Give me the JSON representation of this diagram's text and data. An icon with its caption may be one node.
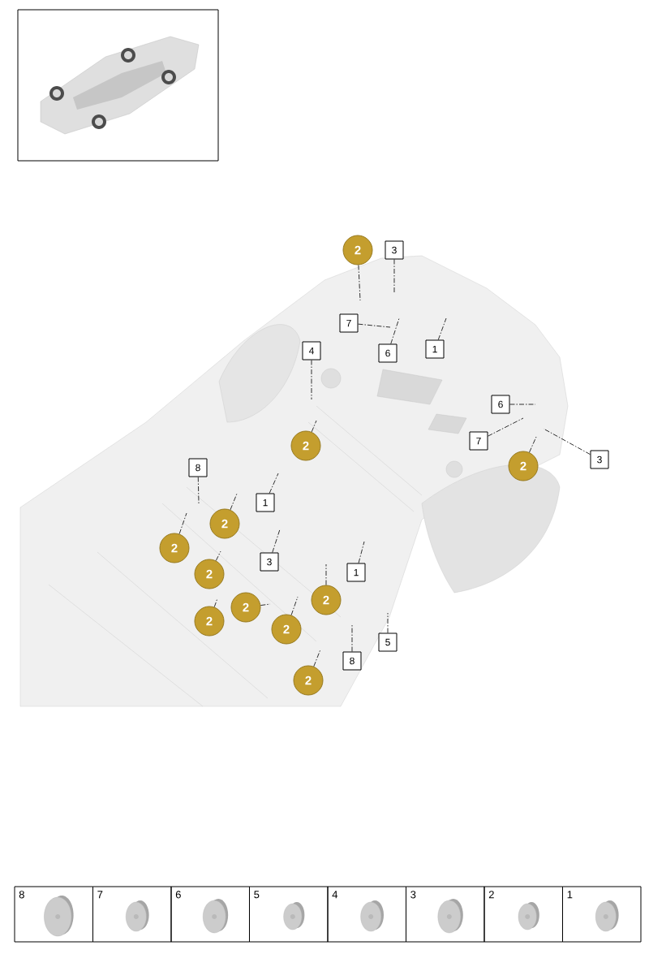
{
  "diagram": {
    "nodes": [
      {
        "text": [
          "2"
        ]
      },
      {
        "text": [
          "3"
        ]
      },
      {
        "text": [
          "7"
        ]
      },
      {
        "text": [
          "6"
        ]
      },
      {
        "text": [
          "1"
        ]
      },
      {
        "text": [
          "4"
        ]
      },
      {
        "text": [
          "2"
        ]
      },
      {
        "text": [
          "6"
        ]
      },
      {
        "text": [
          "7"
        ]
      },
      {
        "text": [
          "3"
        ]
      },
      {
        "text": [
          "2"
        ]
      },
      {
        "text": [
          "8"
        ]
      },
      {
        "text": [
          "1"
        ]
      },
      {
        "text": [
          "2"
        ]
      },
      {
        "text": [
          "2"
        ]
      },
      {
        "text": [
          "2"
        ]
      },
      {
        "text": [
          "3"
        ]
      },
      {
        "text": [
          "1"
        ]
      },
      {
        "text": [
          "2"
        ]
      },
      {
        "text": [
          "2"
        ]
      },
      {
        "text": [
          "2"
        ]
      },
      {
        "text": [
          "2"
        ]
      },
      {
        "text": [
          "8"
        ]
      },
      {
        "text": [
          "5"
        ]
      },
      {
        "text": [
          "2"
        ]
      }
    ],
    "edges": [
      {
        "from": 0,
        "to": null,
        "arrow": "none"
      },
      {
        "from": 1,
        "to": null,
        "arrow": "none"
      },
      {
        "from": 2,
        "to": null,
        "arrow": "none"
      },
      {
        "from": 3,
        "to": null,
        "arrow": "none"
      },
      {
        "from": 4,
        "to": null,
        "arrow": "none"
      },
      {
        "from": 5,
        "to": null,
        "arrow": "none"
      },
      {
        "from": 6,
        "to": null,
        "arrow": "none"
      },
      {
        "from": 7,
        "to": null,
        "arrow": "none"
      },
      {
        "from": 8,
        "to": null,
        "arrow": "none"
      },
      {
        "from": 9,
        "to": null,
        "arrow": "none"
      },
      {
        "from": 10,
        "to": null,
        "arrow": "none"
      },
      {
        "from": 11,
        "to": null,
        "arrow": "none"
      },
      {
        "from": 12,
        "to": null,
        "arrow": "none"
      },
      {
        "from": 13,
        "to": null,
        "arrow": "none"
      },
      {
        "from": 14,
        "to": null,
        "arrow": "none"
      },
      {
        "from": 15,
        "to": null,
        "arrow": "none"
      },
      {
        "from": 16,
        "to": null,
        "arrow": "none"
      },
      {
        "from": 17,
        "to": null,
        "arrow": "none"
      },
      {
        "from": 18,
        "to": null,
        "arrow": "none"
      },
      {
        "from": 19,
        "to": null,
        "arrow": "none"
      },
      {
        "from": 20,
        "to": null,
        "arrow": "none"
      },
      {
        "from": 21,
        "to": null,
        "arrow": "none"
      },
      {
        "from": 22,
        "to": null,
        "arrow": "none"
      },
      {
        "from": 23,
        "to": null,
        "arrow": "none"
      },
      {
        "from": 24,
        "to": null,
        "arrow": "none"
      }
    ],
    "labels": [
      "8",
      "7",
      "6",
      "5",
      "4",
      "3",
      "2",
      "1"
    ]
  }
}
